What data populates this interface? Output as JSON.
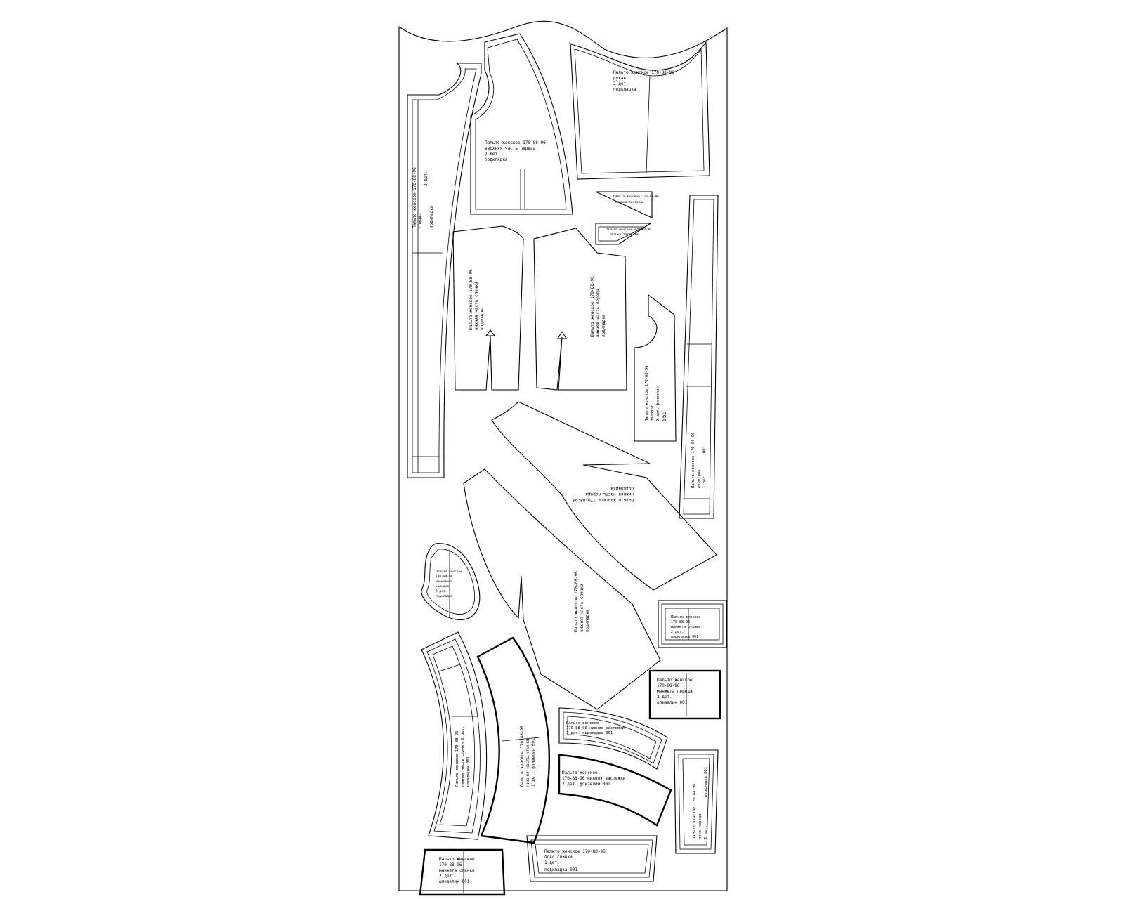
{
  "labels": {
    "l_back_lining": {
      "lines": [
        "Пальто женское 170-88-96",
        "спинка",
        "2 дет.",
        "подкладка"
      ]
    },
    "l_upper_front": {
      "lines": [
        "Пальто женское 170-88-96",
        "верхняя часть переда",
        "2 дет.",
        "подкладка"
      ]
    },
    "l_sleeve_lining": {
      "lines": [
        "Пальто женское 170-88-96",
        "рукав",
        "2 дет.",
        "подкладка"
      ]
    },
    "l_small1": {
      "lines": [
        "Пальто женское 170-88-96",
        "планка застежки"
      ]
    },
    "l_small2": {
      "lines": [
        "Пальто женское 170-88-96",
        "планка застежки"
      ]
    },
    "l_lower_back": {
      "lines": [
        "Пальто женское 170-88-96",
        "нижняя часть спинки",
        "подкладка"
      ]
    },
    "l_lower_front": {
      "lines": [
        "Пальто женское 170-88-96",
        "нижняя часть переда",
        "подкладка"
      ]
    },
    "l_facing": {
      "lines": [
        "Пальто женское 170-88-96",
        "подборт",
        "2 дет. флизелин",
        "050"
      ]
    },
    "l_collar": {
      "lines": [
        "Пальто женское 170-88-96",
        "воротник",
        "1 дет.",
        "001"
      ]
    },
    "l_bodice": {
      "lines": [
        "Пальто женское 170-88-96",
        "нижняя часть переда",
        "подкладка"
      ]
    },
    "l_skirt": {
      "lines": [
        "Пальто женское 170-88-96",
        "нижняя часть спинки",
        "подкладка"
      ]
    },
    "l_pocket": {
      "lines": [
        "Пальто женское",
        "170-88-96",
        "мешковина",
        "кармана",
        "2 дет.",
        "подкладка"
      ]
    },
    "l_cuff": {
      "lines": [
        "Пальто женское",
        "170-88-96",
        "манжета рукава",
        "2 дет.",
        "подкладка  001"
      ]
    },
    "l_arc1": {
      "lines": [
        "Пальто женское 170-88-96",
        "нижняя часть спинки 1 дет.",
        "подкладка  001"
      ]
    },
    "l_arc2": {
      "lines": [
        "Пальто женское 170-88-96",
        "нижняя часть спинки",
        "1 дет. флизелин  001"
      ]
    },
    "l_pocket2": {
      "lines": [
        "Пальто женское",
        "170-88-96",
        "манжета переда",
        "2 дет.",
        "флизелин  001"
      ]
    },
    "l_arc3": {
      "lines": [
        "Пальто женское",
        "170-88-96 нижняя застежки",
        "1 дет. подкладка  001"
      ]
    },
    "l_arc4": {
      "lines": [
        "Пальто женское",
        "170-88-96 нижняя застежки",
        "2 дет. флизелин  001"
      ]
    },
    "l_belt": {
      "lines": [
        "Пальто женское 170-88-96",
        "пояс спинки",
        "1 дет.",
        "подкладка  001"
      ]
    },
    "l_vert": {
      "lines": [
        "Пальто женское 170-88-96",
        "пояс переда",
        "2 дет.",
        "подкладка  001"
      ]
    },
    "l_bl": {
      "lines": [
        "Пальто женское",
        "170-88-96",
        "манжета спинки",
        "2 дет.",
        "флизелин  001"
      ]
    }
  }
}
